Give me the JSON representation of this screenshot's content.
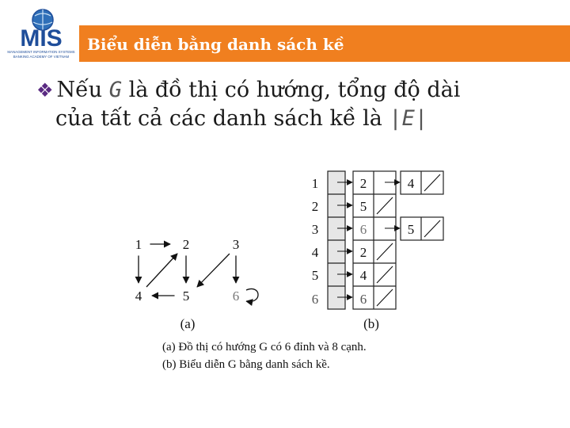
{
  "header": {
    "title": "Biểu diễn bằng danh sách kề",
    "logo_text": "MIS",
    "logo_subtext_1": "MANAGEMENT INFORMATION SYSTEMS",
    "logo_subtext_2": "BANKING ACADEMY OF VIETNAM"
  },
  "body": {
    "bullet_prefix": "Nếu ",
    "bullet_var": "G",
    "bullet_rest": " là đồ thị có hướng, tổng độ dài",
    "line2_text": "của tất cả các danh sách kề là ",
    "line2_expr": "|E|"
  },
  "figure": {
    "graph_nodes": [
      "1",
      "2",
      "3",
      "4",
      "5",
      "6"
    ],
    "graph_label": "(a)",
    "list_label": "(b)",
    "row_labels": [
      "1",
      "2",
      "3",
      "4",
      "5",
      "6"
    ],
    "lists": [
      [
        "2",
        "4"
      ],
      [
        "5"
      ],
      [
        "6",
        "5"
      ],
      [
        "2"
      ],
      [
        "4"
      ],
      [
        "6"
      ]
    ],
    "caption_a": "(a) Đồ thị có hướng G có 6 đỉnh và 8 cạnh.",
    "caption_b": "(b) Biểu diễn G bằng danh sách kề."
  },
  "colors": {
    "header_bg": "#f07f1f",
    "logo_blue": "#1f4e9a",
    "bullet": "#5a2a82"
  }
}
